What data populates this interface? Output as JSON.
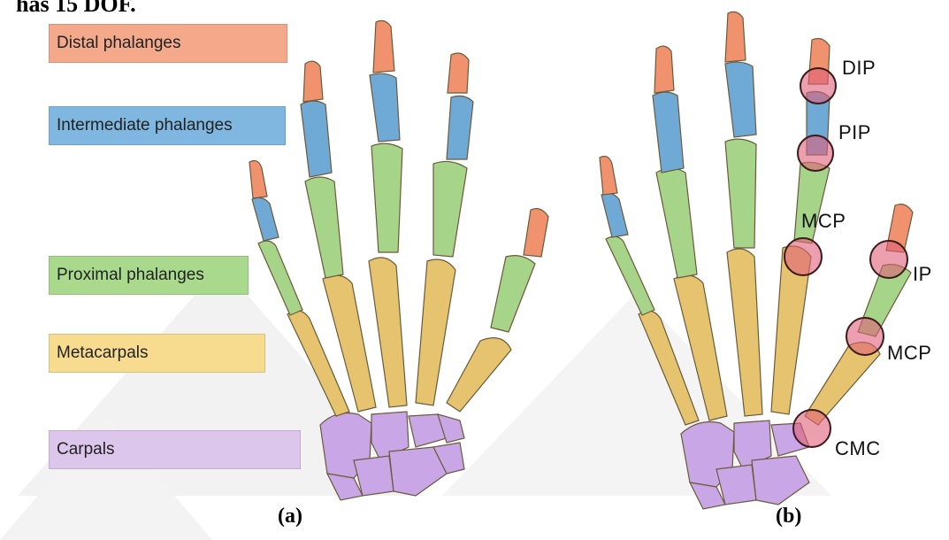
{
  "caption_fragment": "has 15 DOF.",
  "labels": {
    "distal": "Distal phalanges",
    "intermediate": "Intermediate phalanges",
    "proximal": "Proximal phalanges",
    "metacarpals": "Metacarpals",
    "carpals": "Carpals"
  },
  "panels": {
    "a": "(a)",
    "b": "(b)"
  },
  "joints": {
    "dip": "DIP",
    "pip": "PIP",
    "mcp_finger": "MCP",
    "ip": "IP",
    "mcp_thumb": "MCP",
    "cmc": "CMC"
  },
  "colors": {
    "distal": "#f4a98b",
    "intermediate": "#7fb7e0",
    "proximal": "#a9d98c",
    "metacarpals": "#f7dc8f",
    "carpals": "#dcc6ec",
    "joint_highlight": "#e0607a"
  }
}
